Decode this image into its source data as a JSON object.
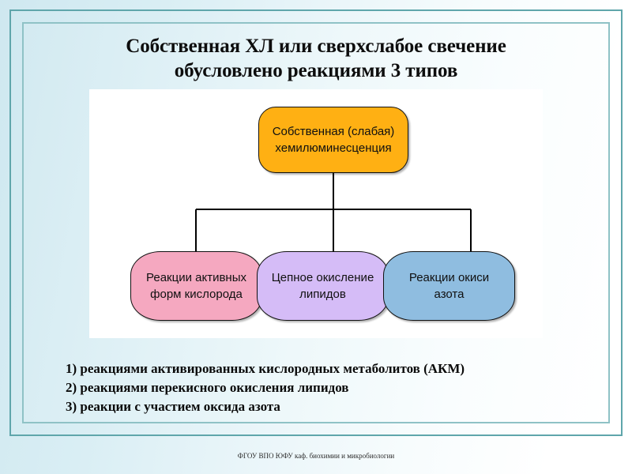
{
  "slide": {
    "title_line1": "Собственная ХЛ или сверхслабое свечение",
    "title_line2": "обусловлено реакциями 3 типов",
    "footer": "ФГОУ ВПО ЮФУ  каф. биохимии и микробиологии"
  },
  "diagram": {
    "root": {
      "line1": "Собственная (слабая)",
      "line2": "хемилюминесценция",
      "color": "#FFB013"
    },
    "leaves": [
      {
        "line1": "Реакции активных",
        "line2": "форм кислорода",
        "color": "#F5A8C0"
      },
      {
        "line1": "Цепное окисление",
        "line2": "липидов",
        "color": "#D5BCF7"
      },
      {
        "line1": "Реакции окиси",
        "line2": "азота",
        "color": "#8FBDE0"
      }
    ]
  },
  "list": {
    "items": [
      "1) реакциями активированных кислородных метаболитов (АКМ)",
      "2) реакциями перекисного окисления липидов",
      "3) реакции с участием оксида азота"
    ]
  },
  "colors": {
    "frame_outer": "#5FA6AB",
    "frame_inner": "#8FC2C6",
    "connector": "#000000",
    "panel_background": "#FFFFFF"
  }
}
